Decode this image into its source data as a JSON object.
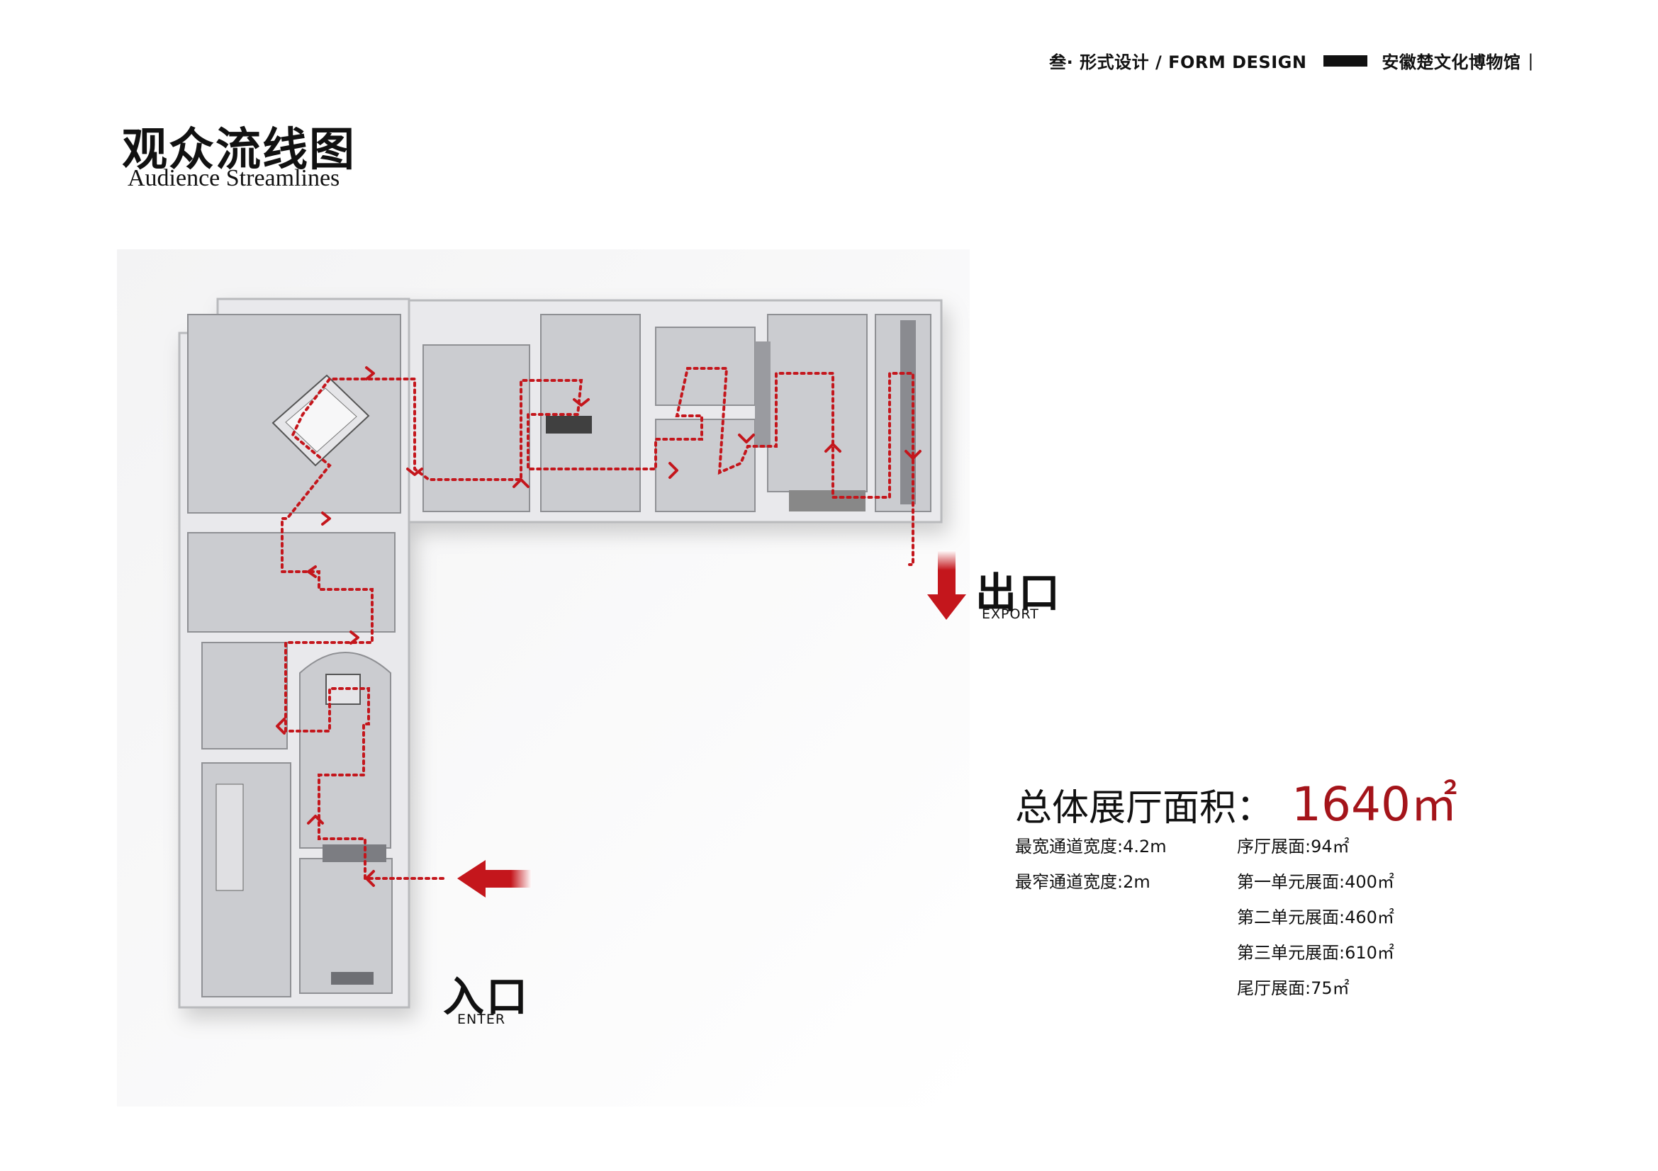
{
  "header": {
    "section": "叁· 形式设计 / FORM DESIGN",
    "museum": "安徽楚文化博物馆",
    "separator": "|"
  },
  "title": {
    "zh": "观众流线图",
    "en": "Audience Streamlines"
  },
  "labels": {
    "exit_zh": "出口",
    "exit_en": "EXPORT",
    "enter_zh": "入口",
    "enter_en": "ENTER"
  },
  "area": {
    "label": "总体展厅面积：",
    "value": "1640㎡"
  },
  "stats_left": [
    "最宽通道宽度:4.2m",
    "最窄通道宽度:2m"
  ],
  "stats_right": [
    "序厅展面:94㎡",
    "第一单元展面:400㎡",
    "第二单元展面:460㎡",
    "第三单元展面:610㎡",
    "尾厅展面:75㎡"
  ],
  "colors": {
    "accent": "#c4161c",
    "value_red": "#a4141a",
    "wall": "#e9e9ec",
    "floor": "#c9cacd"
  },
  "icons": {
    "exit_arrow": "arrow-down-icon",
    "enter_arrow": "arrow-left-icon"
  }
}
